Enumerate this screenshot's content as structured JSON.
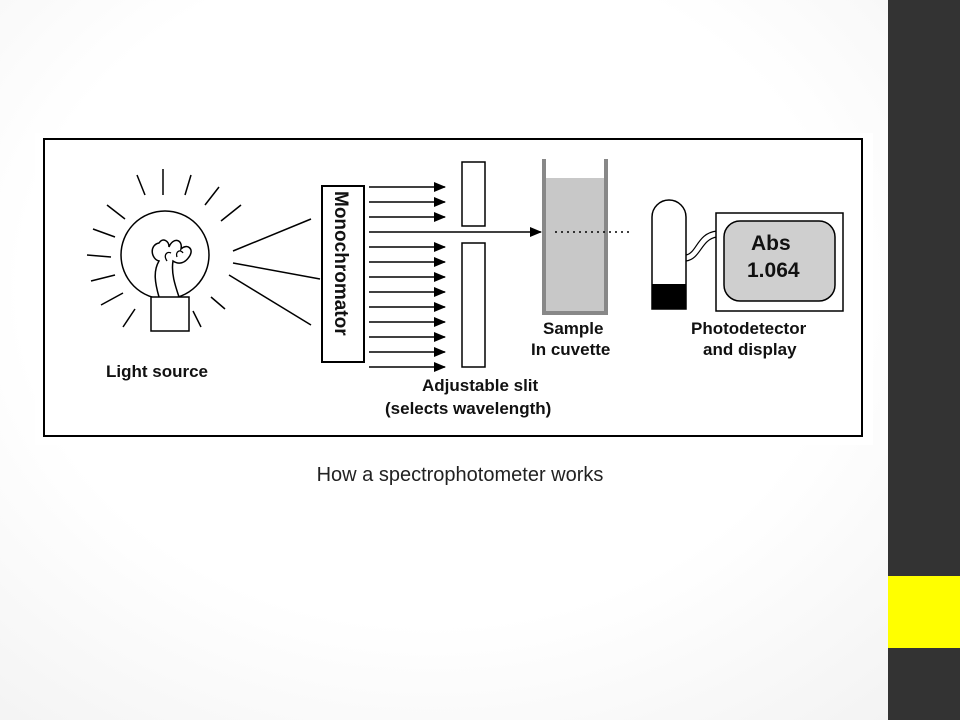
{
  "diagram": {
    "labels": {
      "light_source": "Light source",
      "monochromator": "Monochromator",
      "slit_line1": "Adjustable slit",
      "slit_line2": "(selects wavelength)",
      "sample_line1": "Sample",
      "sample_line2": "In cuvette",
      "detector_line1": "Photodetector",
      "detector_line2": "and display"
    },
    "display": {
      "title": "Abs",
      "value": "1.064"
    }
  },
  "caption": "How a spectrophotometer works",
  "colors": {
    "side_bar": "#333333",
    "side_accent": "#ffff00",
    "cuvette_liquid": "#c8c8c8",
    "display_screen": "#cfcfcf"
  }
}
